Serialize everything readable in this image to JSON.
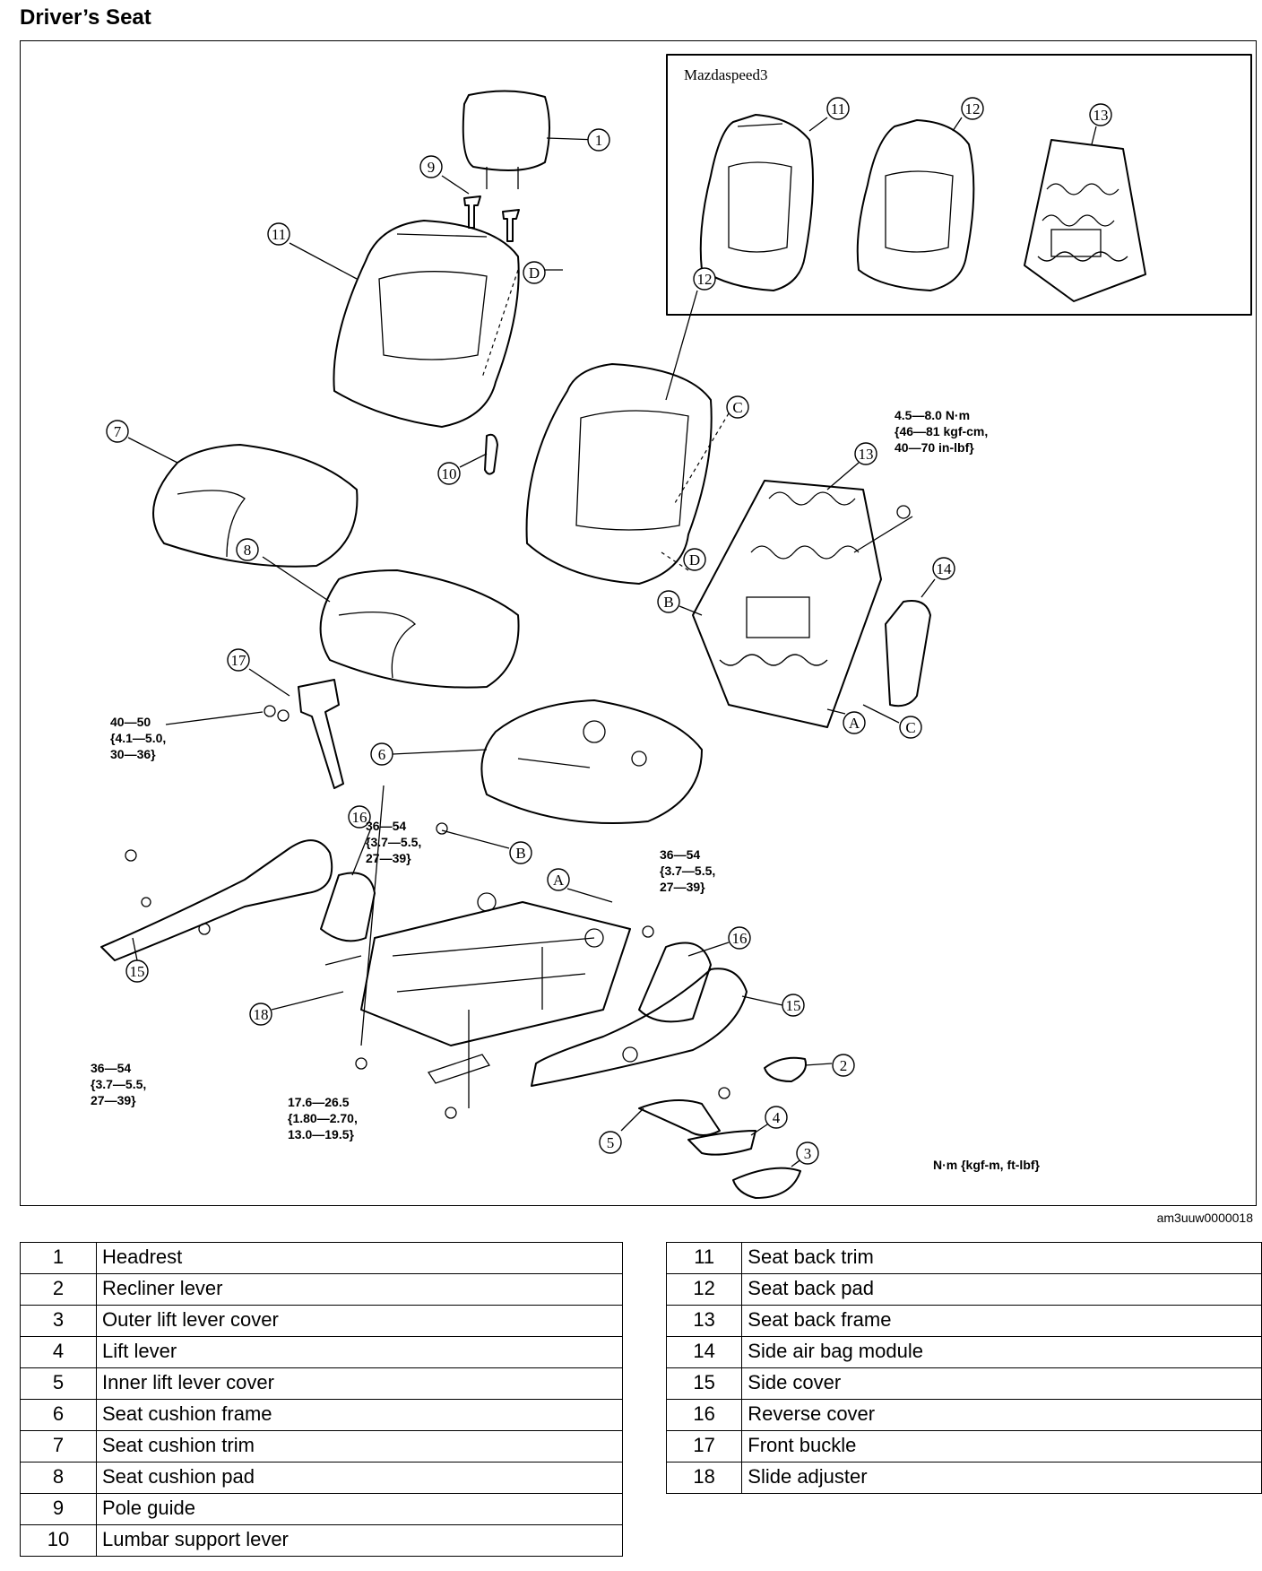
{
  "title": "Driver’s Seat",
  "figure_id": "am3uuw0000018",
  "inset_label": "Mazdaspeed3",
  "unit_note": "N·m {kgf-m, ft-lbf}",
  "torques": [
    {
      "line1": "4.5—8.0 N·m",
      "line2": "{46—81 kgf-cm,",
      "line3": "40—70 in-lbf}"
    },
    {
      "line1": "40—50",
      "line2": "{4.1—5.0,",
      "line3": "30—36}"
    },
    {
      "line1": "36—54",
      "line2": "{3.7—5.5,",
      "line3": "27—39}"
    },
    {
      "line1": "36—54",
      "line2": "{3.7—5.5,",
      "line3": "27—39}"
    },
    {
      "line1": "36—54",
      "line2": "{3.7—5.5,",
      "line3": "27—39}"
    },
    {
      "line1": "17.6—26.5",
      "line2": "{1.80—2.70,",
      "line3": "13.0—19.5}"
    }
  ],
  "callouts": [
    "1",
    "2",
    "3",
    "4",
    "5",
    "6",
    "7",
    "8",
    "9",
    "10",
    "11",
    "12",
    "13",
    "14",
    "15",
    "16",
    "17",
    "18",
    "A",
    "B",
    "C",
    "D"
  ],
  "parts": [
    {
      "num": "1",
      "name": "Headrest"
    },
    {
      "num": "2",
      "name": "Recliner lever"
    },
    {
      "num": "3",
      "name": "Outer lift lever cover"
    },
    {
      "num": "4",
      "name": "Lift lever"
    },
    {
      "num": "5",
      "name": "Inner lift lever cover"
    },
    {
      "num": "6",
      "name": "Seat cushion frame"
    },
    {
      "num": "7",
      "name": "Seat cushion trim"
    },
    {
      "num": "8",
      "name": "Seat cushion pad"
    },
    {
      "num": "9",
      "name": "Pole guide"
    },
    {
      "num": "10",
      "name": "Lumbar support lever"
    },
    {
      "num": "11",
      "name": "Seat back trim"
    },
    {
      "num": "12",
      "name": "Seat back pad"
    },
    {
      "num": "13",
      "name": "Seat back frame"
    },
    {
      "num": "14",
      "name": "Side air bag module"
    },
    {
      "num": "15",
      "name": "Side cover"
    },
    {
      "num": "16",
      "name": "Reverse cover"
    },
    {
      "num": "17",
      "name": "Front buckle"
    },
    {
      "num": "18",
      "name": "Slide adjuster"
    }
  ]
}
